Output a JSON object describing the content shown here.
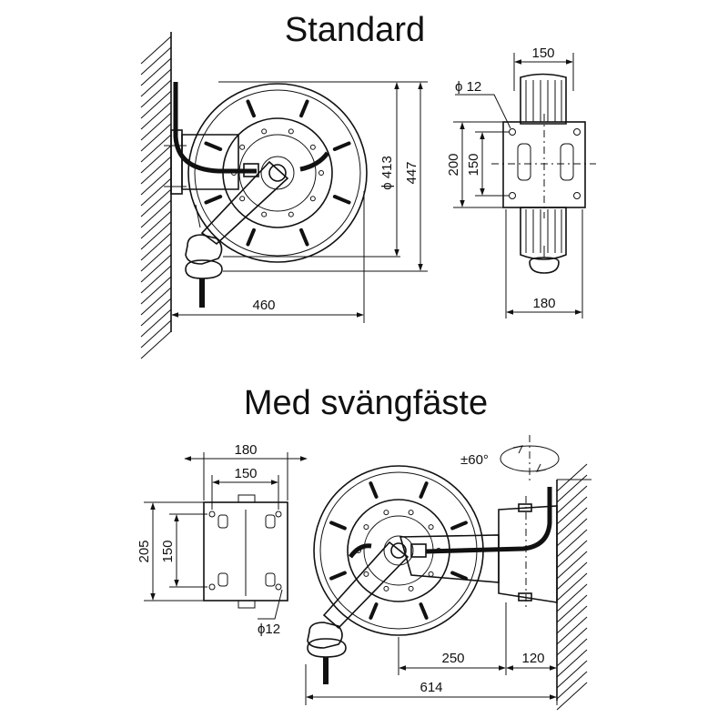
{
  "titles": {
    "standard": "Standard",
    "swivel": "Med svängfäste"
  },
  "standard_side": {
    "width": "460",
    "drum_diameter": "ϕ 413",
    "height": "447"
  },
  "standard_front": {
    "top_width": "150",
    "hole": "ϕ 12",
    "plate_height": "200",
    "hole_spacing": "150",
    "bottom_width": "180"
  },
  "swivel_plate": {
    "outer_width": "180",
    "hole_spacing_h": "150",
    "plate_height": "205",
    "hole_spacing_v": "150",
    "hole": "ϕ12"
  },
  "swivel_side": {
    "rotation": "±60°",
    "arm_length": "250",
    "bracket_depth": "120",
    "overall_length": "614"
  },
  "colors": {
    "line": "#111111",
    "background": "#ffffff"
  }
}
